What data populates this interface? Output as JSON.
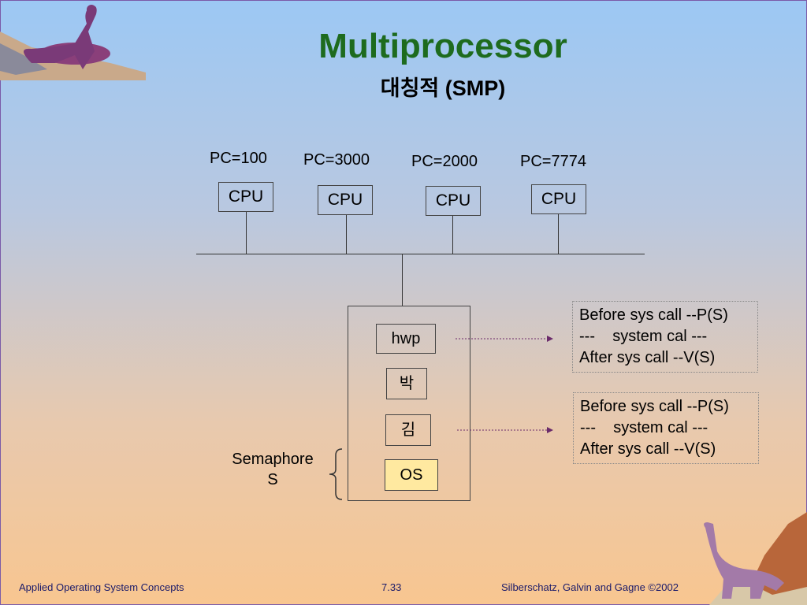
{
  "slide": {
    "title": "Multiprocessor",
    "subtitle": "대칭적 (SMP)"
  },
  "cpus": [
    {
      "pc": "PC=100",
      "label": "CPU"
    },
    {
      "pc": "PC=3000",
      "label": "CPU"
    },
    {
      "pc": "PC=2000",
      "label": "CPU"
    },
    {
      "pc": "PC=7774",
      "label": "CPU"
    }
  ],
  "memory": {
    "processes": [
      "hwp",
      "박",
      "김",
      "OS"
    ]
  },
  "semaphore": {
    "line1": "Semaphore",
    "line2": "S"
  },
  "notes": [
    {
      "line1": "Before sys call --P(S)",
      "line2": "---    system cal ---",
      "line3": "After sys call --V(S)"
    },
    {
      "line1": "Before sys call --P(S)",
      "line2": "---    system cal ---",
      "line3": "After sys call --V(S)"
    }
  ],
  "footer": {
    "left": "Applied Operating System Concepts",
    "center": "7.33",
    "right": "Silberschatz, Galvin and  Gagne ©2002"
  },
  "colors": {
    "title": "#1e6b1e",
    "os_fill": "#ffe9a0"
  }
}
